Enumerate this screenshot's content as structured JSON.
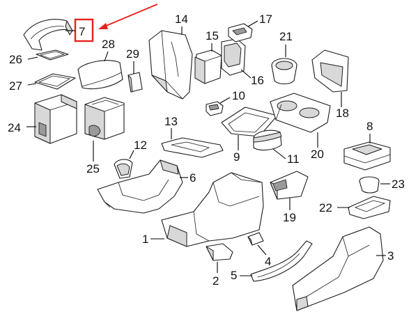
{
  "highlight": {
    "label": "7",
    "color": "#e8211d"
  },
  "callouts": {
    "c1": "1",
    "c2": "2",
    "c3": "3",
    "c4": "4",
    "c5": "5",
    "c6": "6",
    "c8": "8",
    "c9": "9",
    "c10": "10",
    "c11": "11",
    "c12": "12",
    "c13": "13",
    "c14": "14",
    "c15": "15",
    "c16": "16",
    "c17": "17",
    "c18": "18",
    "c19": "19",
    "c20": "20",
    "c21": "21",
    "c22": "22",
    "c23": "23",
    "c24": "24",
    "c25": "25",
    "c26": "26",
    "c27": "27",
    "c28": "28",
    "c29": "29"
  }
}
